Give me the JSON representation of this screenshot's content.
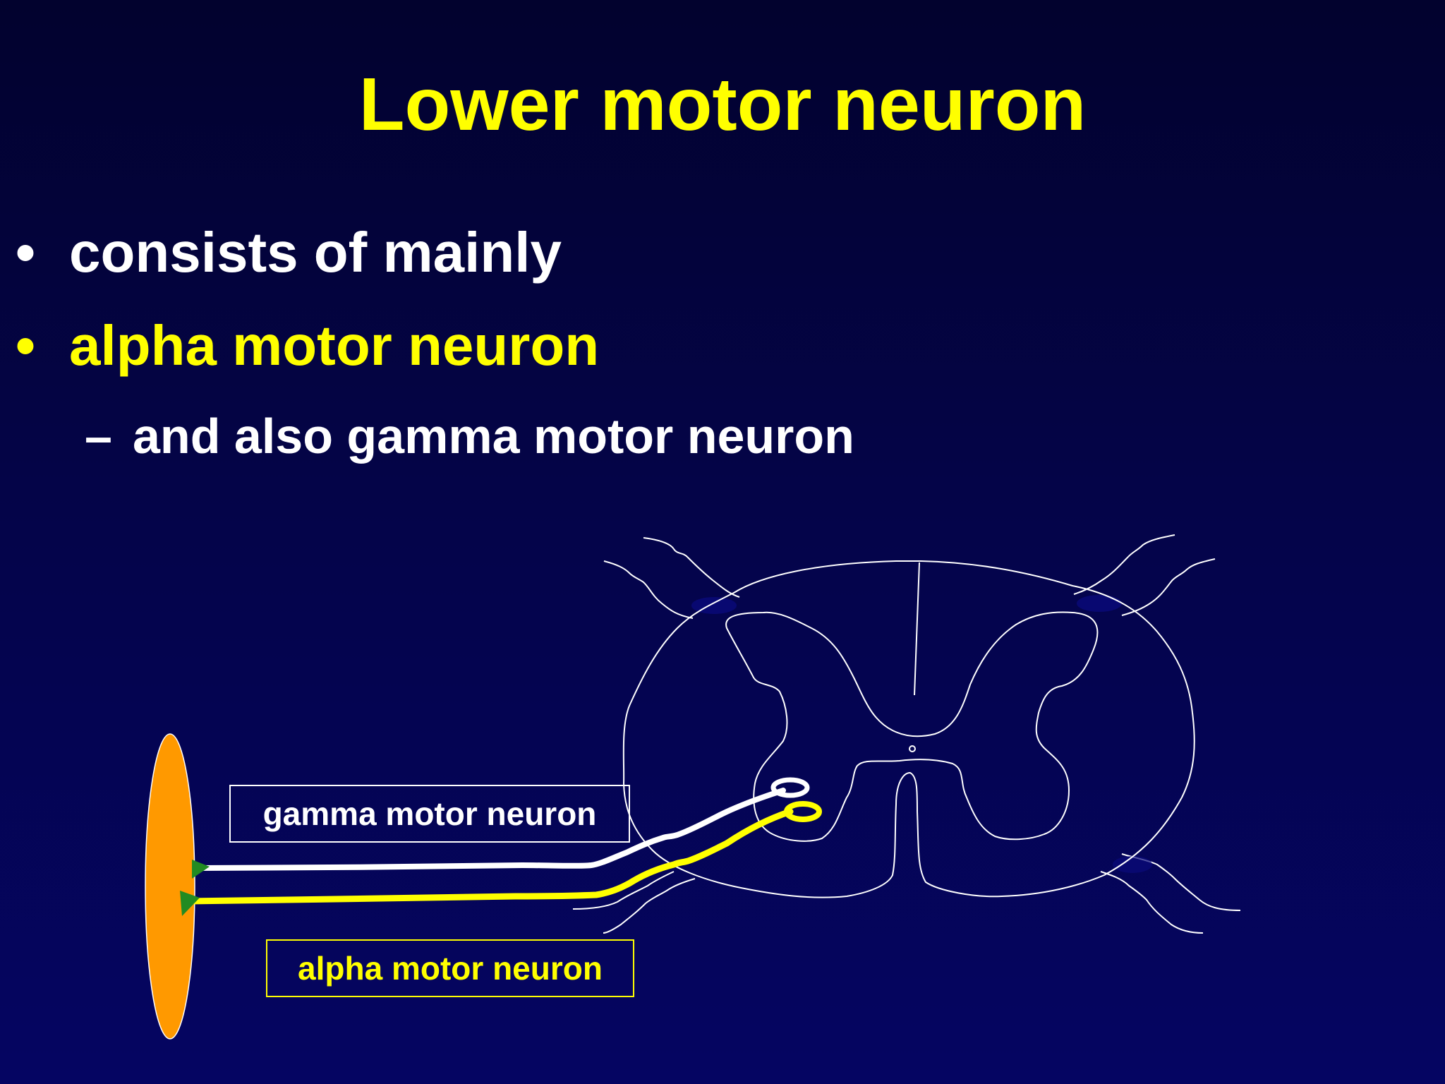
{
  "slide": {
    "title": "Lower motor neuron",
    "bullets": [
      {
        "marker": "•",
        "text": "consists of mainly",
        "color": "#ffffff"
      },
      {
        "marker": "•",
        "text": "alpha motor neuron",
        "color": "#ffff00"
      }
    ],
    "sub_bullets": [
      {
        "marker": "–",
        "text": "and also gamma motor neuron",
        "color": "#ffffff"
      }
    ]
  },
  "diagram": {
    "labels": {
      "gamma": "gamma motor neuron",
      "alpha": "alpha motor neuron"
    },
    "colors": {
      "background": "#03034a",
      "title": "#ffff00",
      "gamma_neuron": "#ffffff",
      "alpha_neuron": "#ffff00",
      "muscle": "#ff9900",
      "synapse": "#228b22",
      "spinal_cord_outline": "#ffffff"
    }
  }
}
